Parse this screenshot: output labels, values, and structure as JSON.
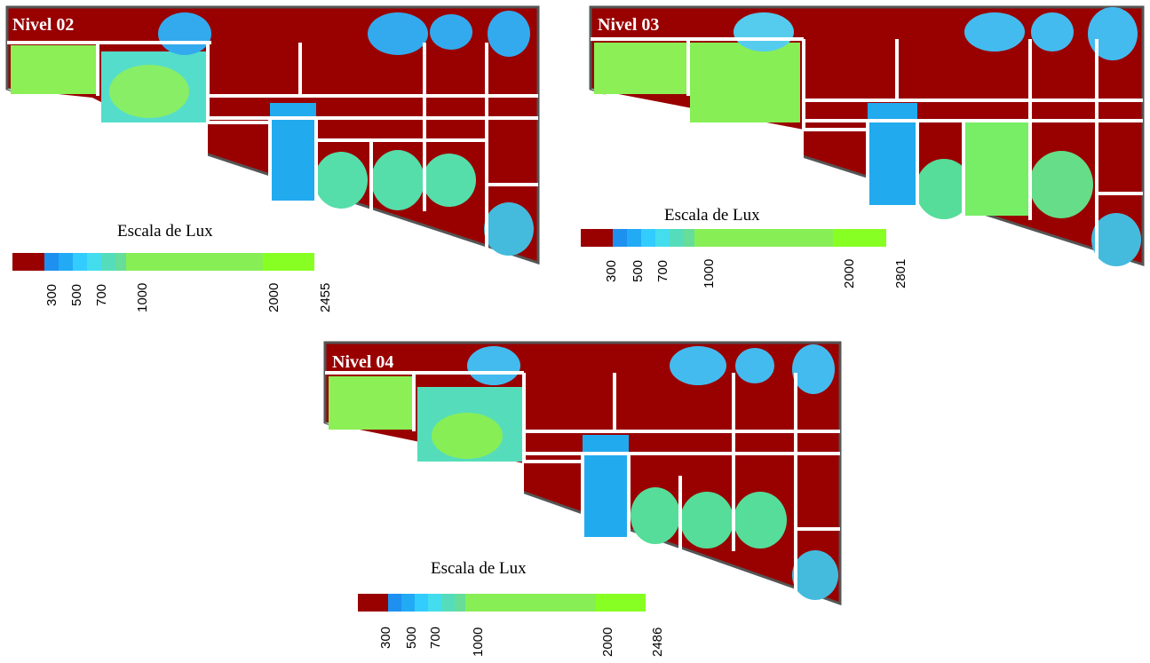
{
  "colors": {
    "low": "#990000",
    "wall": "#ffffff",
    "outline": "#555555",
    "blue": "#1e9bf0",
    "cyan": "#33ccee",
    "green": "#66ee66",
    "lime": "#88ff33"
  },
  "plans": [
    {
      "label": "Nivel 02",
      "scale_title": "Escala de Lux",
      "ticks": [
        "300",
        "500",
        "700",
        "1000",
        "2000",
        "2455"
      ],
      "max": 2455
    },
    {
      "label": "Nivel 03",
      "scale_title": "Escala de Lux",
      "ticks": [
        "300",
        "500",
        "700",
        "1000",
        "2000",
        "2801"
      ],
      "max": 2801
    },
    {
      "label": "Nivel 04",
      "scale_title": "Escala de Lux",
      "ticks": [
        "300",
        "500",
        "700",
        "1000",
        "2000",
        "2486"
      ],
      "max": 2486
    }
  ]
}
